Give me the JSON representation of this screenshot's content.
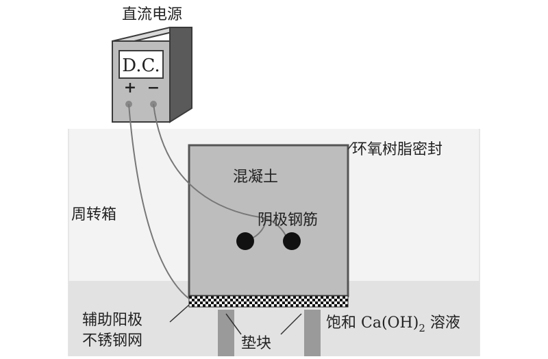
{
  "labels": {
    "power_supply": "直流电源",
    "dc": "D.C.",
    "plus": "+",
    "minus": "−",
    "epoxy_seal": "环氧树脂密封",
    "concrete": "混凝土",
    "turnover_box": "周转箱",
    "cathode_rebar": "阴极钢筋",
    "aux_anode_line1": "辅助阳极",
    "aux_anode_line2": "不锈钢网",
    "solution_prefix": "饱和 Ca(OH)",
    "solution_sub": "2",
    "solution_suffix": " 溶液",
    "spacer": "垫块"
  }
}
